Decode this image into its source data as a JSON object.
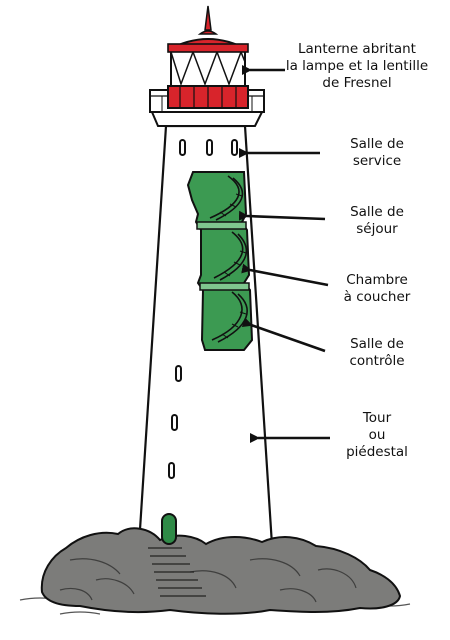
{
  "labels": {
    "lanterne": [
      "Lanterne abritant",
      "la lampe et la lentille",
      "de Fresnel"
    ],
    "service": [
      "Salle de",
      "service"
    ],
    "sejour": [
      "Salle de",
      "séjour"
    ],
    "chambre": [
      "Chambre",
      "à coucher"
    ],
    "controle": [
      "Salle de",
      "contrôle"
    ],
    "tour": [
      "Tour",
      "ou",
      "piédestal"
    ]
  },
  "colors": {
    "lantern_red": "#d8242b",
    "stair_green": "#3c9a52",
    "stair_green_light": "#7fc68e",
    "door_green": "#2f8a47",
    "rock_gray": "#7c7c7a",
    "tower_white": "#ffffff",
    "outline": "#111111"
  }
}
